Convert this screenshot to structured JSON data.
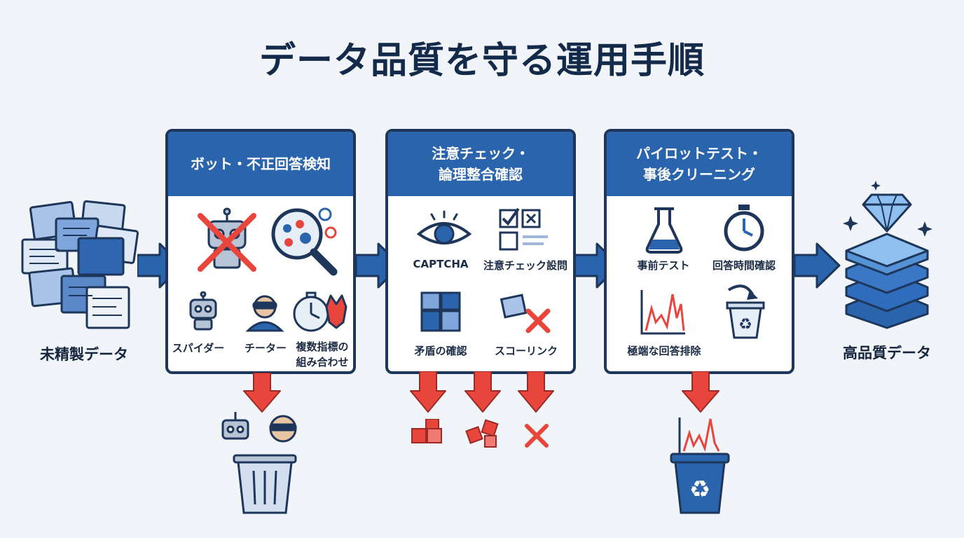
{
  "title": "データ品質を守る運用手順",
  "input_label": "未精製データ",
  "output_label": "高品質データ",
  "stages": [
    {
      "title_lines": [
        "ボット・不正回答検知"
      ],
      "items": [
        "スパイダー",
        "チーター",
        "複数指標の",
        "組み合わせ"
      ]
    },
    {
      "title_lines": [
        "注意チェック・",
        "論理整合確認"
      ],
      "items": [
        "CAPTCHA",
        "注意チェック設問",
        "矛盾の確認",
        "スコーリンク"
      ]
    },
    {
      "title_lines": [
        "パイロットテスト・",
        "事後クリーニング"
      ],
      "items": [
        "事前テスト",
        "回答時間確認",
        "極端な回答排除"
      ]
    }
  ],
  "colors": {
    "panel_header": "#2a64ad",
    "panel_border": "#1d3659",
    "flow_arrow": "#2a64ad",
    "reject_arrow": "#e8453c",
    "background": "#f1f5fa"
  }
}
